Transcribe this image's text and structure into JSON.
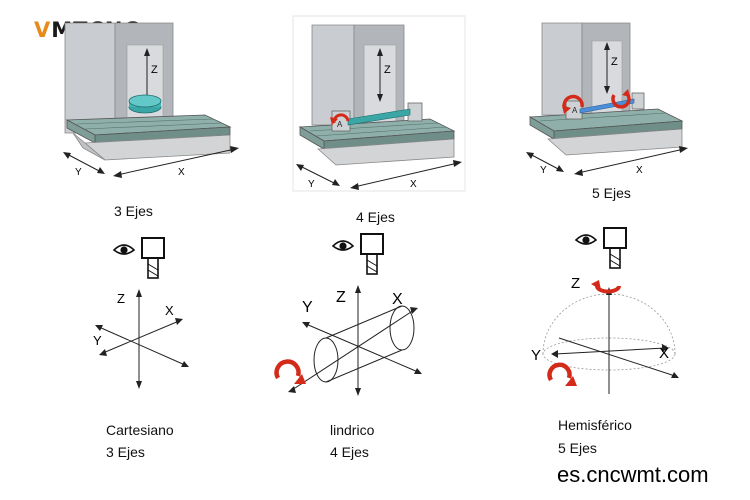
{
  "logo": {
    "accent": "V",
    "rest": "MTCNC"
  },
  "machines": [
    {
      "title": "3 Ejes",
      "axis_z": "Z",
      "axis_y": "Y",
      "axis_x": "X"
    },
    {
      "title": "4 Ejes",
      "axis_z": "Z",
      "axis_y": "Y",
      "axis_x": "X",
      "rotary": "A"
    },
    {
      "title": "5 Ejes",
      "axis_z": "Z",
      "axis_y": "Y",
      "axis_x": "X",
      "rotary": "A"
    }
  ],
  "systems": [
    {
      "name": "Cartesiano",
      "axes": "3 Ejes",
      "axis_z": "Z",
      "axis_x": "X",
      "axis_y": "Y"
    },
    {
      "name": "lindrico",
      "axes": "4 Ejes",
      "axis_z": "Z",
      "axis_x": "X",
      "axis_y": "Y"
    },
    {
      "name": "Hemisférico",
      "axes": "5 Ejes",
      "axis_z": "Z",
      "axis_x": "X",
      "axis_y": "Y"
    }
  ],
  "watermark": "es.cncwmt.com",
  "colors": {
    "logo_accent": "#e88a1a",
    "rotation_arrow": "#d42a1a",
    "part_teal": "#3aa6a6",
    "table_green": "#7f9e98"
  }
}
